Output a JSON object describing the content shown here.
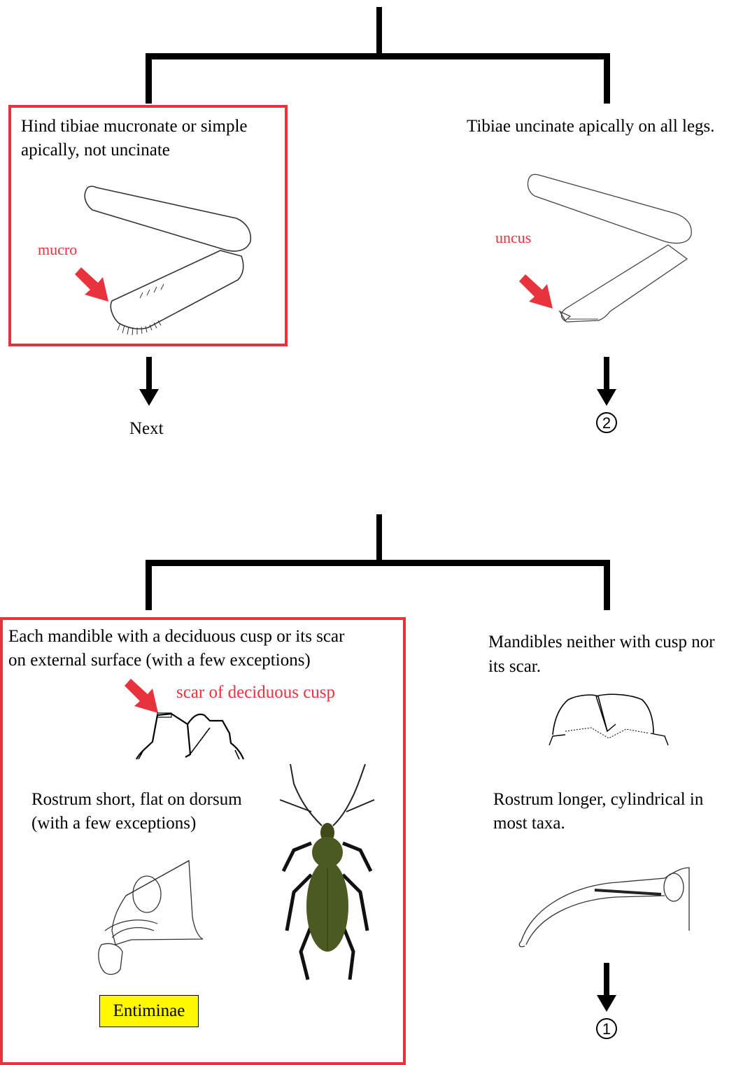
{
  "couplet_1": {
    "left": {
      "text_line1": "Hind tibiae mucronate or simple",
      "text_line2": "apically, not uncinate",
      "annotation": "mucro",
      "result": "Next"
    },
    "right": {
      "text_line1": "Tibiae uncinate apically on all legs.",
      "annotation": "uncus",
      "result": "2"
    }
  },
  "couplet_2": {
    "left": {
      "text_line1": "Each mandible with a deciduous cusp or its scar",
      "text_line2": "on external surface (with a few exceptions)",
      "annotation": "scar of deciduous cusp",
      "text2_line1": "Rostrum short, flat on dorsum",
      "text2_line2": "(with a few exceptions)",
      "result_label": "Entiminae"
    },
    "right": {
      "text_line1": "Mandibles neither with cusp nor",
      "text_line2": "its scar.",
      "text2_line1": "Rostrum longer, cylindrical in",
      "text2_line2": "most taxa.",
      "result": "1"
    }
  },
  "colors": {
    "highlight": "#e8323c",
    "result_label_bg": "#fff700",
    "beetle": "#4a5a20"
  }
}
